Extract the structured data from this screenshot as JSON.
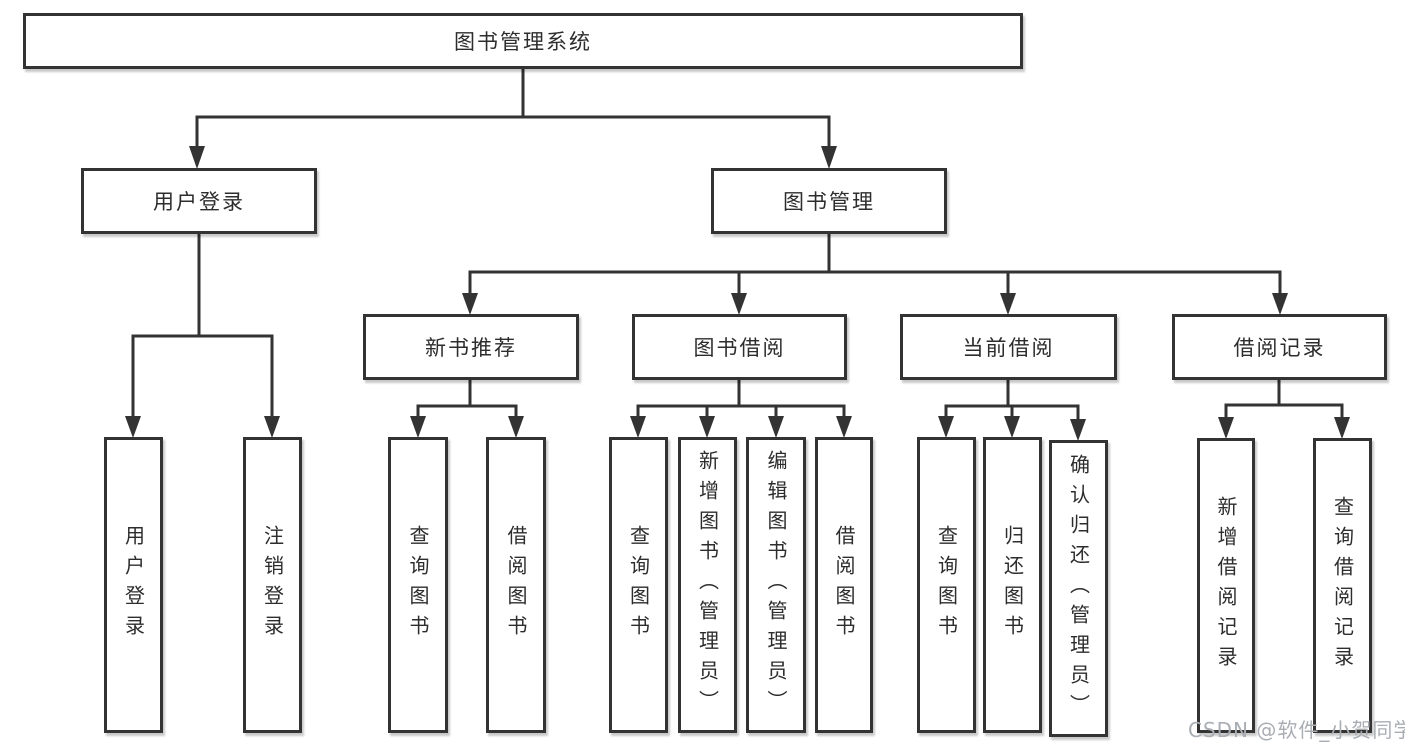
{
  "diagram_title": "图书管理系统",
  "root": {
    "label": "图书管理系统"
  },
  "level2": [
    {
      "label": "用户登录"
    },
    {
      "label": "图书管理"
    }
  ],
  "level3": [
    {
      "label": "新书推荐",
      "parent": "图书管理"
    },
    {
      "label": "图书借阅",
      "parent": "图书管理"
    },
    {
      "label": "当前借阅",
      "parent": "图书管理"
    },
    {
      "label": "借阅记录",
      "parent": "图书管理"
    }
  ],
  "leaves": [
    {
      "label": "用户登录",
      "parent": "用户登录"
    },
    {
      "label": "注销登录",
      "parent": "用户登录"
    },
    {
      "label": "查询图书",
      "parent": "新书推荐"
    },
    {
      "label": "借阅图书",
      "parent": "新书推荐"
    },
    {
      "label": "查询图书",
      "parent": "图书借阅"
    },
    {
      "label": "新增图书（管理员）",
      "parent": "图书借阅"
    },
    {
      "label": "编辑图书（管理员）",
      "parent": "图书借阅"
    },
    {
      "label": "借阅图书",
      "parent": "图书借阅"
    },
    {
      "label": "查询图书",
      "parent": "当前借阅"
    },
    {
      "label": "归还图书",
      "parent": "当前借阅"
    },
    {
      "label": "确认归还（管理员）",
      "parent": "当前借阅"
    },
    {
      "label": "新增借阅记录",
      "parent": "借阅记录"
    },
    {
      "label": "查询借阅记录",
      "parent": "借阅记录"
    }
  ],
  "watermark": "CSDN @软件_小贺同学",
  "colors": {
    "line": "#333333",
    "box_border": "#333333",
    "text": "#2d2d2d",
    "watermark": "#a9aeb4",
    "background": "#ffffff"
  }
}
